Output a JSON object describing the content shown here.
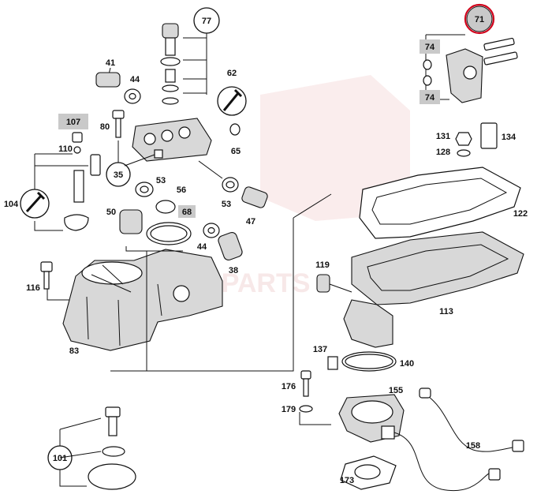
{
  "watermark": {
    "text": "AUTOPARTS"
  },
  "callouts": {
    "c77": "77",
    "c41": "41",
    "c44a": "44",
    "c62": "62",
    "c107": "107",
    "c80": "80",
    "c65": "65",
    "c110": "110",
    "c35": "35",
    "c53a": "53",
    "c56": "56",
    "c104": "104",
    "c53b": "53",
    "c47": "47",
    "c68": "68",
    "c50": "50",
    "c44b": "44",
    "c38": "38",
    "c116": "116",
    "c83": "83",
    "c71": "71",
    "c74a": "74",
    "c74b": "74",
    "c131": "131",
    "c134": "134",
    "c128": "128",
    "c122": "122",
    "c119": "119",
    "c113": "113",
    "c137": "137",
    "c140": "140",
    "c176": "176",
    "c155": "155",
    "c179": "179",
    "c158": "158",
    "c101": "101",
    "c173": "173"
  },
  "colors": {
    "highlight_ring": "#d0021b",
    "grey_label_box": "#c9c9c9",
    "ink": "#111111"
  }
}
